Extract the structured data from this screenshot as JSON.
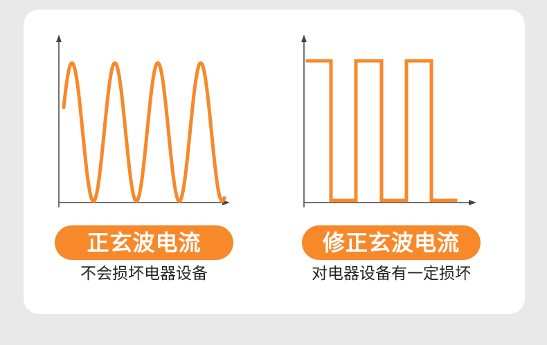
{
  "colors": {
    "page_background": "#e9e9e9",
    "card_background": "#ffffff",
    "accent": "#f7892b",
    "axis": "#444444",
    "caption_text": "#222222"
  },
  "panels": [
    {
      "waveform": "sine",
      "label": "正玄波电流",
      "description": "不会损坏电器设备"
    },
    {
      "waveform": "square",
      "label": "修正玄波电流",
      "description": "对电器设备有一定损坏"
    }
  ]
}
